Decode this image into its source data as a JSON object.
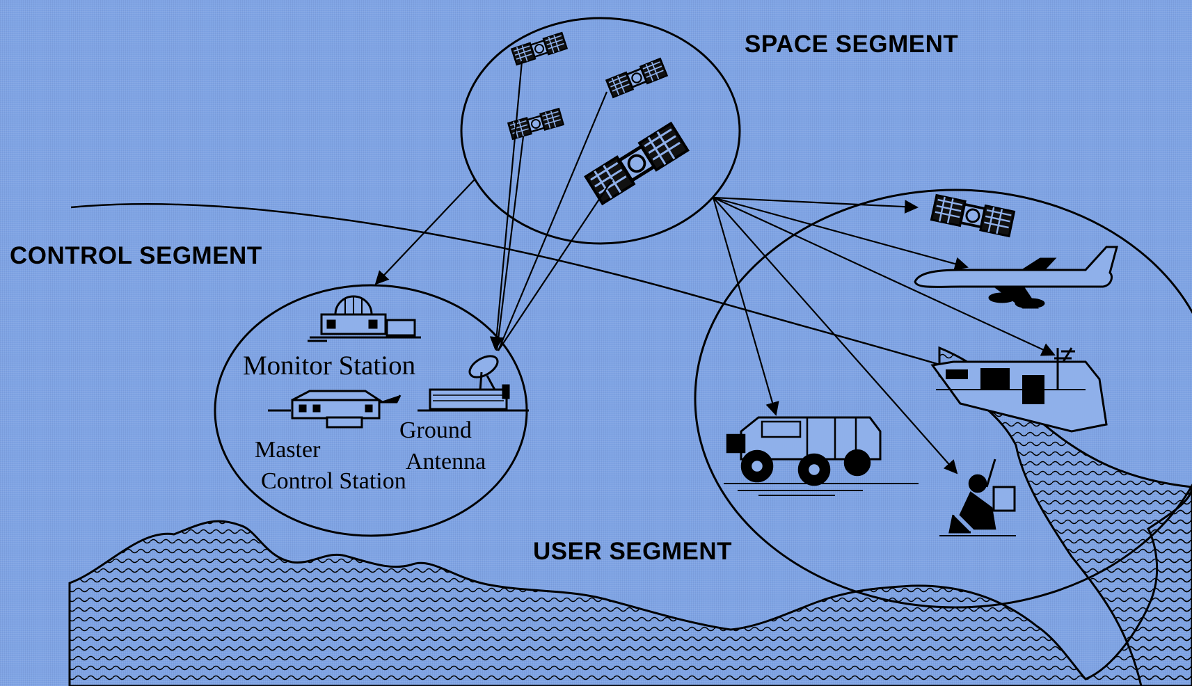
{
  "segments": {
    "space": "SPACE SEGMENT",
    "control": "CONTROL SEGMENT",
    "user": "USER SEGMENT"
  },
  "control_labels": {
    "monitor_station": "Monitor Station",
    "master_line1": "Master",
    "master_line2": "Control Station",
    "ground_line1": "Ground",
    "ground_line2": "Antenna"
  },
  "colors": {
    "background": "#7fa4e4",
    "ink": "#000000"
  },
  "icons": {
    "satellites": "satellite-icon",
    "monitor_station": "observatory-dome-icon",
    "master_control_station": "building-icon",
    "ground_antenna": "dish-antenna-icon",
    "user_satellite": "satellite-icon",
    "aircraft": "airliner-icon",
    "ship": "warship-icon",
    "vehicle": "humvee-icon",
    "soldier": "kneeling-soldier-icon"
  }
}
